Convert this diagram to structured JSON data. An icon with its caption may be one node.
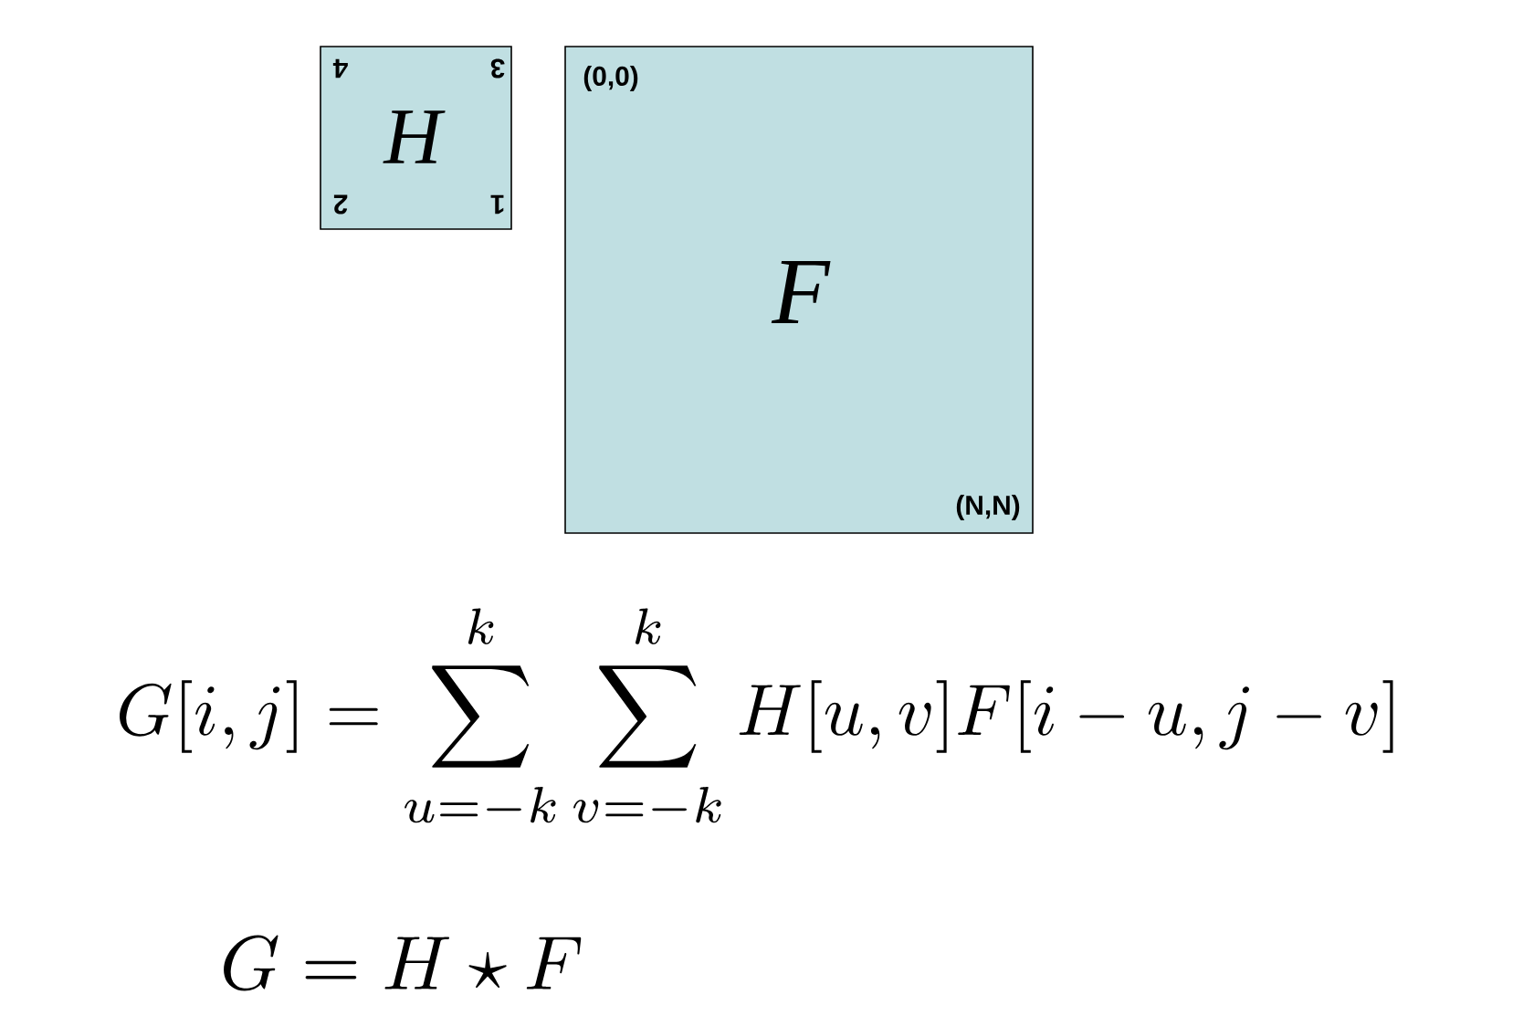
{
  "diagram": {
    "nodes": [
      {
        "text": [
          "H",
          "4",
          "3",
          "2",
          "1"
        ]
      },
      {
        "text": [
          "F",
          "(0,0)",
          "(N,N)"
        ]
      }
    ],
    "labels": [
      "G[i,j] = \\sum_{u=-k}^{k} \\sum_{v=-k}^{k} H[u,v]F[i-u,j-v]",
      "G = H \\star F"
    ]
  }
}
